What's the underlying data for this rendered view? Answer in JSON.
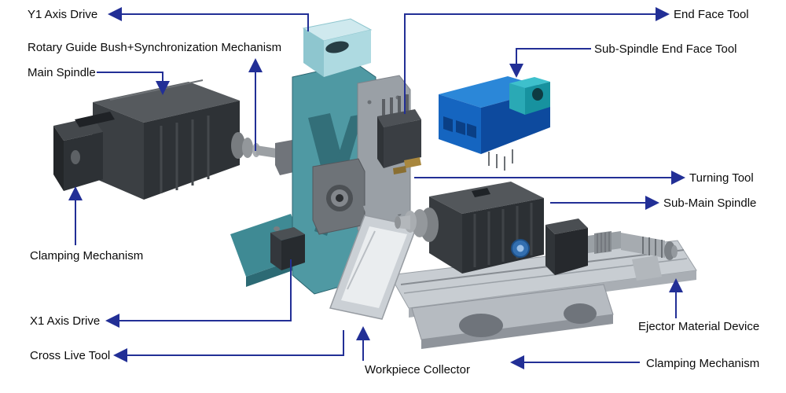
{
  "diagram": {
    "kind": "annotated-machine-diagram",
    "colors": {
      "arrow": "#222f96",
      "gantry_teal": "#4f99a3",
      "tool_block_blue": "#1565c0",
      "machine_dark": "#33373b",
      "base_gray": "#c8cdd2"
    },
    "labels": [
      {
        "id": "y1-axis-drive",
        "text": "Y1 Axis Drive"
      },
      {
        "id": "rotary-guide-bush",
        "text": "Rotary Guide Bush+Synchronization Mechanism"
      },
      {
        "id": "main-spindle",
        "text": "Main Spindle"
      },
      {
        "id": "clamping-mechanism-left",
        "text": "Clamping Mechanism"
      },
      {
        "id": "x1-axis-drive",
        "text": "X1 Axis Drive"
      },
      {
        "id": "cross-live-tool",
        "text": "Cross Live Tool"
      },
      {
        "id": "workpiece-collector",
        "text": "Workpiece Collector"
      },
      {
        "id": "end-face-tool",
        "text": "End Face Tool"
      },
      {
        "id": "sub-spindle-end-face-tool",
        "text": "Sub-Spindle End Face Tool"
      },
      {
        "id": "turning-tool",
        "text": "Turning Tool"
      },
      {
        "id": "sub-main-spindle",
        "text": "Sub-Main Spindle"
      },
      {
        "id": "ejector-material-device",
        "text": "Ejector Material Device"
      },
      {
        "id": "clamping-mechanism-right",
        "text": "Clamping Mechanism"
      }
    ]
  }
}
